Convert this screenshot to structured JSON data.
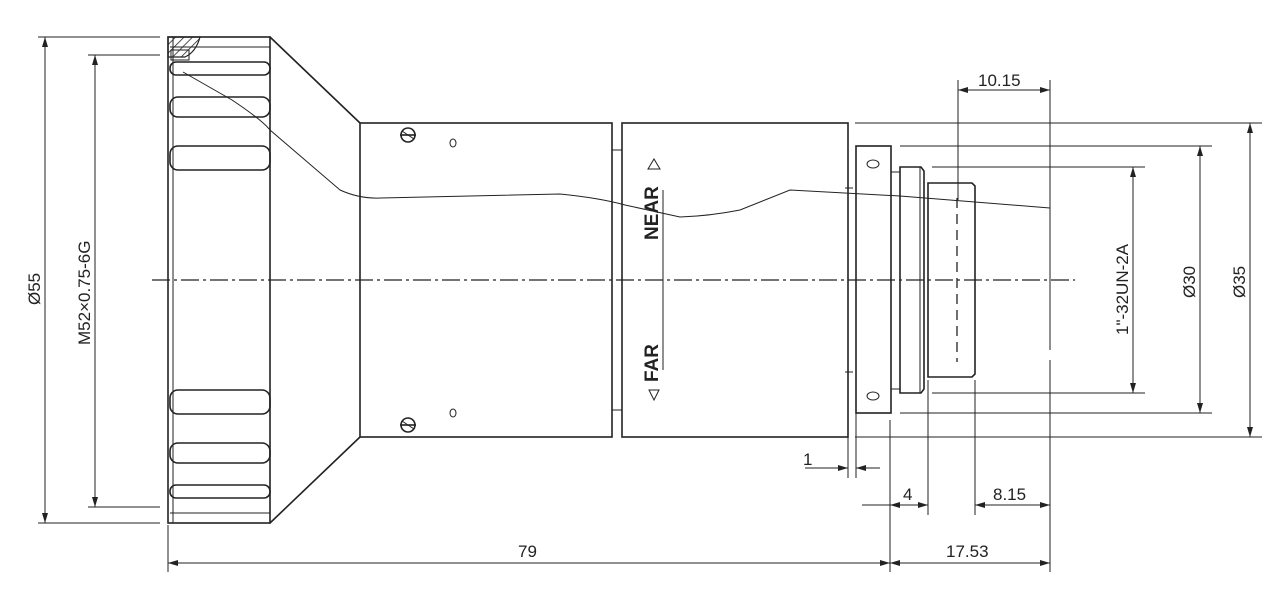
{
  "title": "Lens mechanical drawing",
  "dimensions": {
    "outer_diameter": "Ø55",
    "filter_thread": "M52×0.75-6G",
    "mount_thread": "1\"-32UN-2A",
    "diameter_30": "Ø30",
    "diameter_35": "Ø35",
    "length_10_15": "10.15",
    "length_1": "1",
    "length_4": "4",
    "length_8_15": "8.15",
    "length_79": "79",
    "length_17_53": "17.53"
  },
  "focus_labels": {
    "near": "NEAR",
    "far": "FAR"
  }
}
